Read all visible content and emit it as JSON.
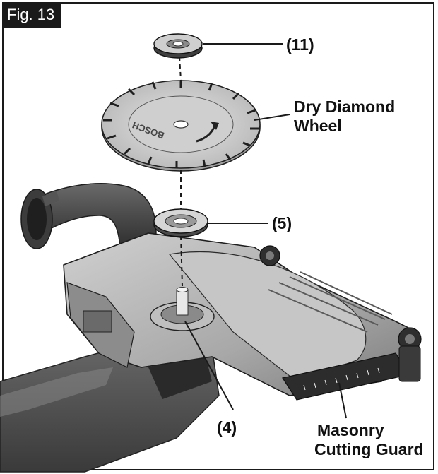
{
  "figure_label": "Fig. 13",
  "callouts": {
    "part_11": "(11)",
    "diamond_wheel_line1": "Dry Diamond",
    "diamond_wheel_line2": "Wheel",
    "part_5": "(5)",
    "part_4": "(4)",
    "guard_line1": "Masonry",
    "guard_line2": "Cutting Guard"
  },
  "wheel_brand_text": "BOSCH",
  "colors": {
    "figure_tag_bg": "#1a1a1a",
    "figure_tag_text": "#ffffff",
    "line": "#1a1a1a",
    "metal_light": "#d9d9d9",
    "metal_mid": "#a6a6a6",
    "metal_dark": "#5a5a5a"
  }
}
